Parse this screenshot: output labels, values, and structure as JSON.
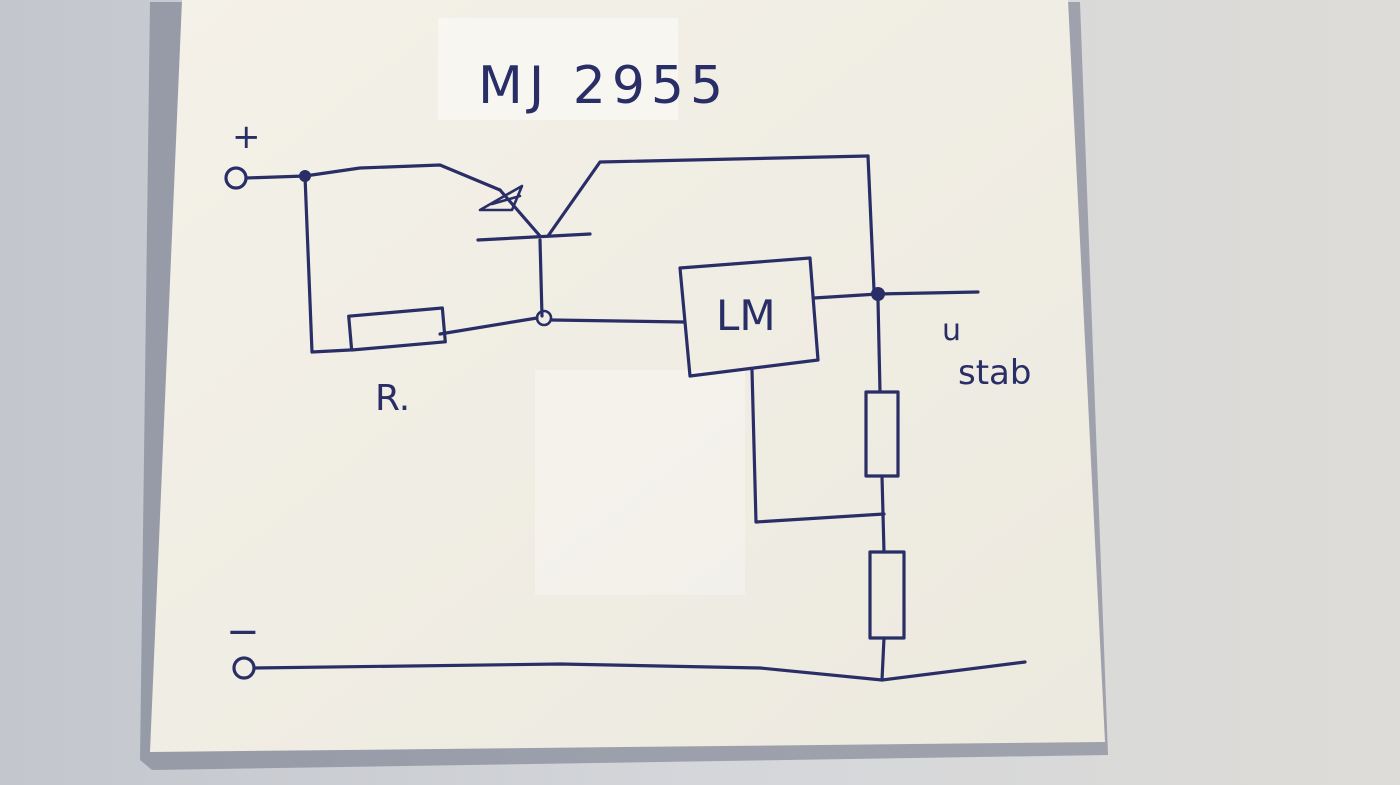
{
  "title": "MJ 2955",
  "labels": {
    "plus": "+",
    "minus": "−",
    "resistor": "R.",
    "regulator": "LM",
    "output_u": "u",
    "output_stab": "stab"
  },
  "colors": {
    "ink": "#2a2e66",
    "paper": "#f3f0e6",
    "background": "#c9ccd2"
  }
}
